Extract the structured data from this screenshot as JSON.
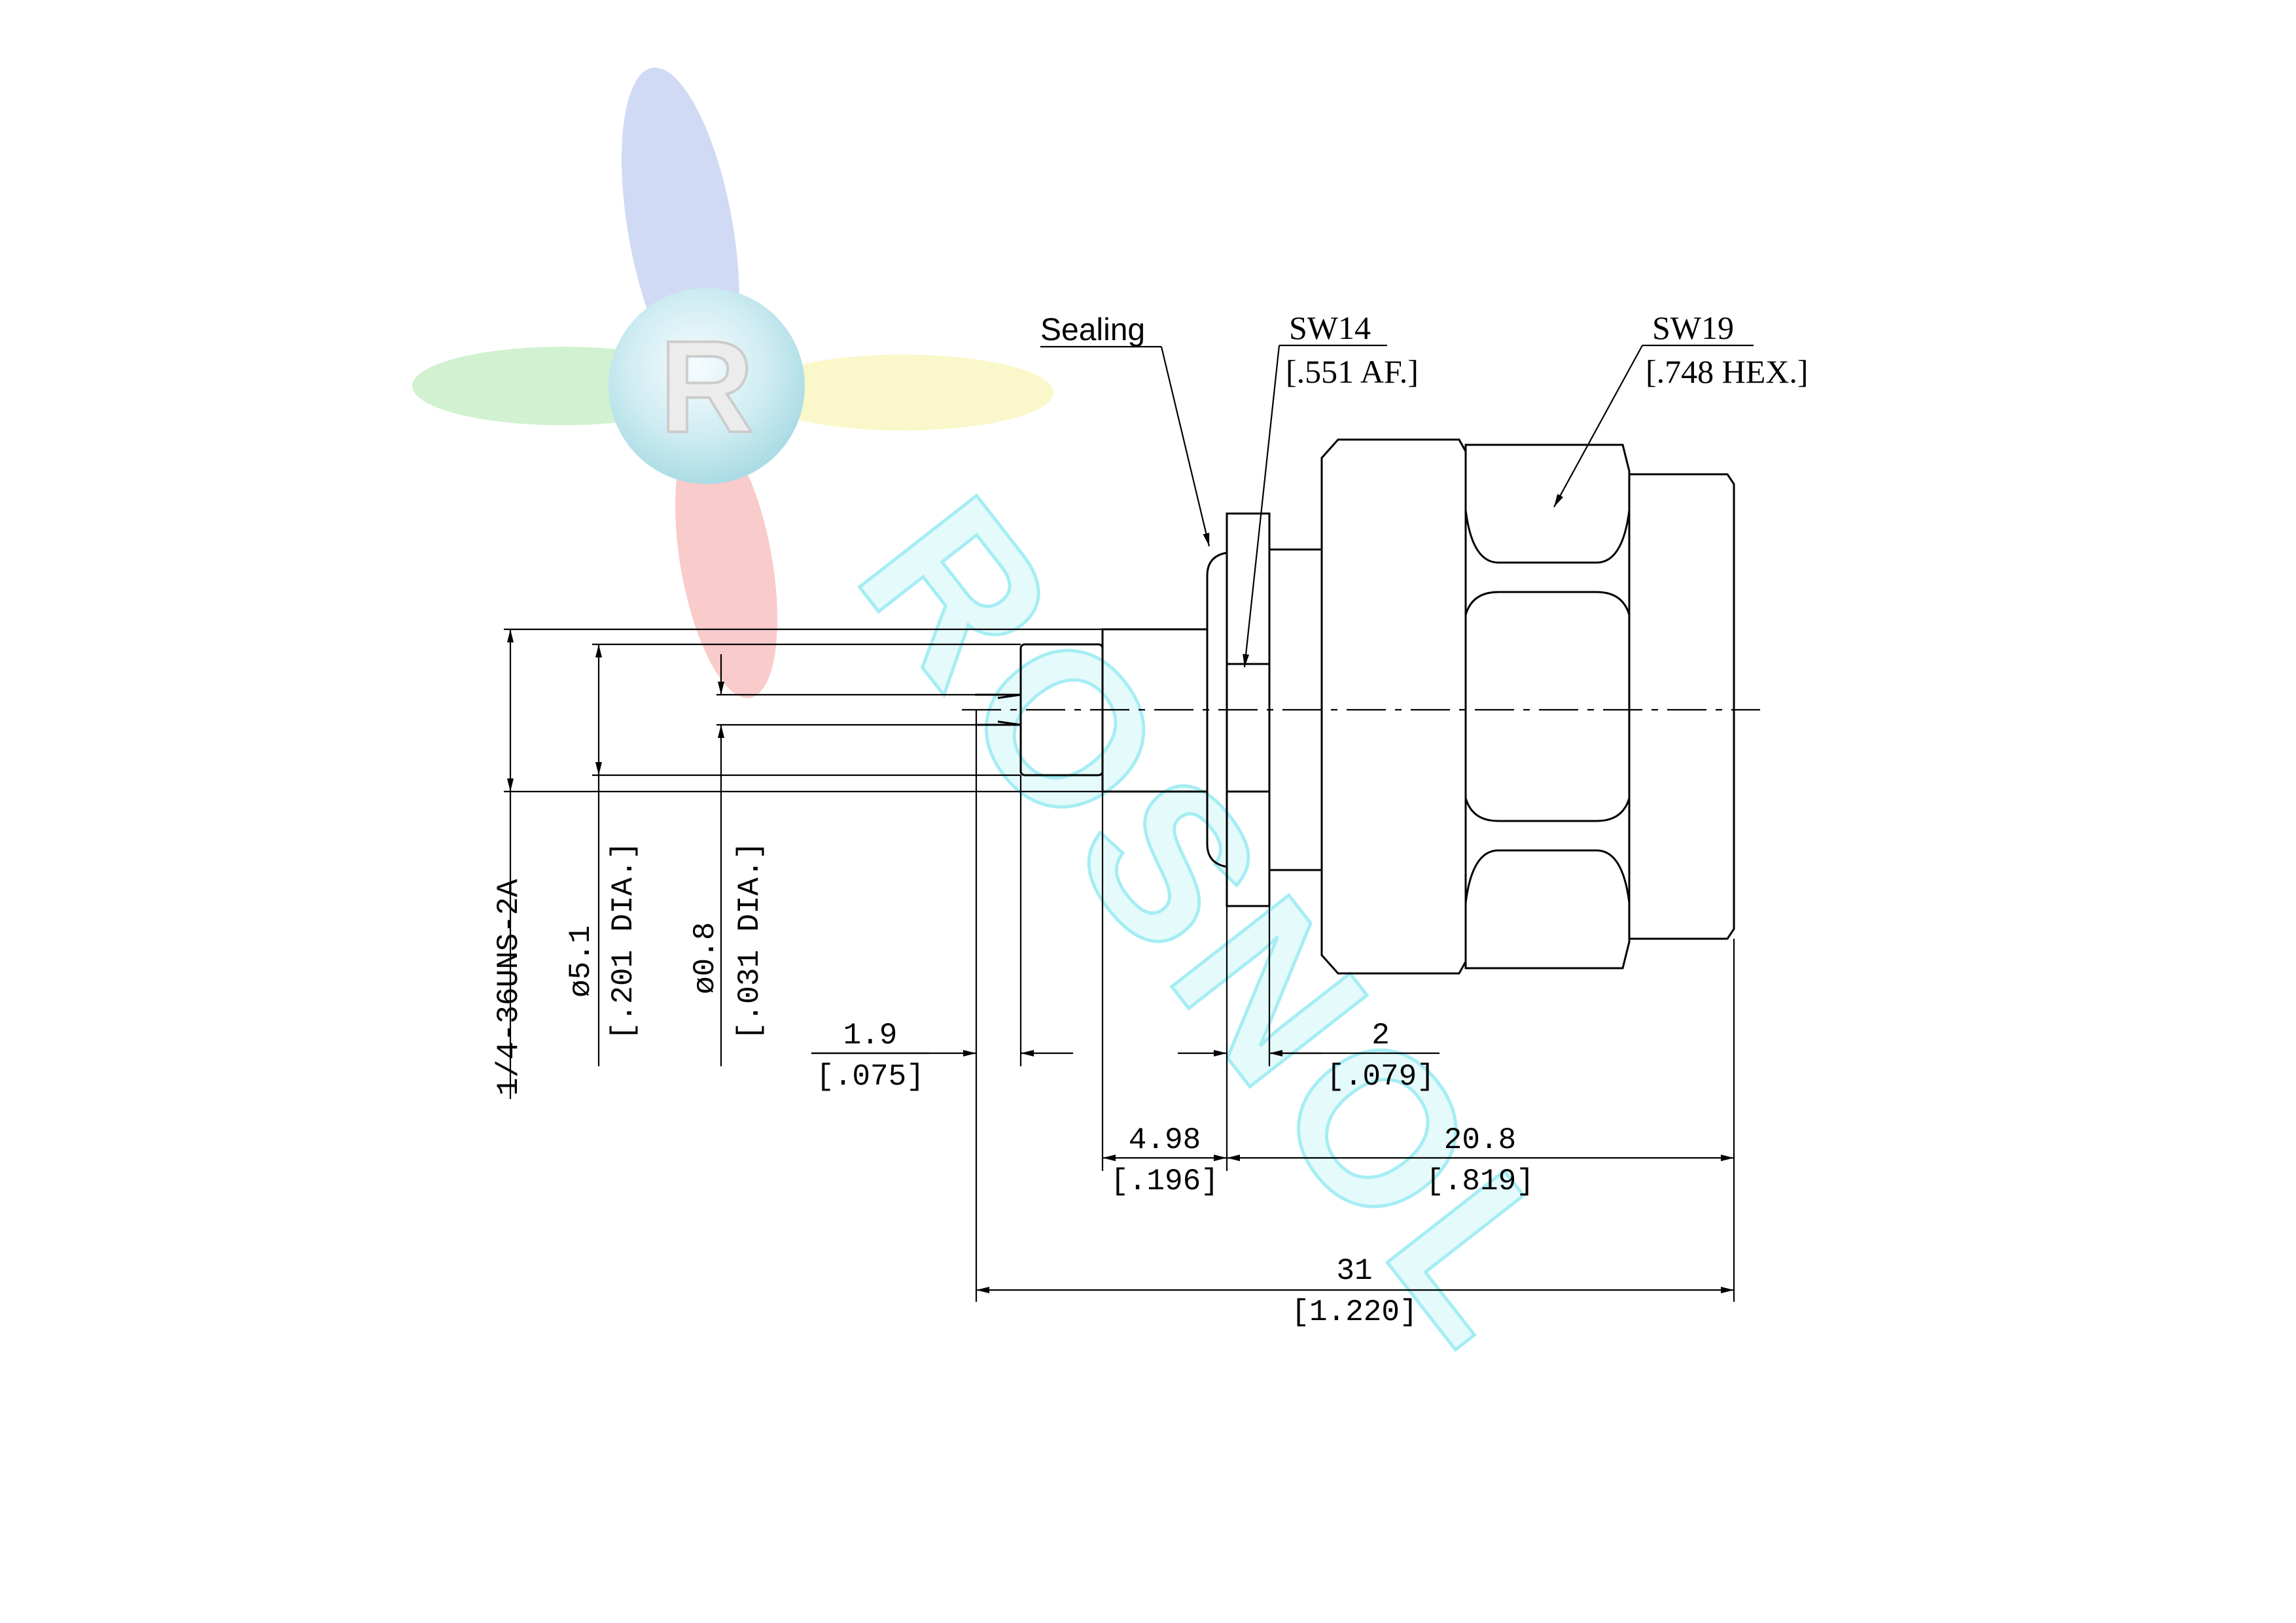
{
  "colors": {
    "line": "#000000",
    "background": "#ffffff",
    "logo_blue": "#8ea8e6",
    "logo_red": "#f07070",
    "logo_green": "#9ee0a0",
    "logo_yellow": "#f5ee9a",
    "watermark_cyan": "#7fe8f0"
  },
  "watermark": {
    "logo_letter": "R",
    "text": "ROSNOL"
  },
  "labels": {
    "sealing": "Sealing",
    "sw14": "SW14",
    "sw14_af": "[.551 AF.]",
    "sw19": "SW19",
    "sw19_hex": "[.748 HEX.]"
  },
  "dimensions": {
    "thread": "1/4-36UNS-2A",
    "dia_body_mm": "ø5.1",
    "dia_body_in": "[.201 DIA.]",
    "dia_pin_mm": "ø0.8",
    "dia_pin_in": "[.031 DIA.]",
    "d1_mm": "1.9",
    "d1_in": "[.075]",
    "d2_mm": "2",
    "d2_in": "[.079]",
    "d3_mm": "4.98",
    "d3_in": "[.196]",
    "d4_mm": "20.8",
    "d4_in": "[.819]",
    "d5_mm": "31",
    "d5_in": "[1.220]"
  }
}
